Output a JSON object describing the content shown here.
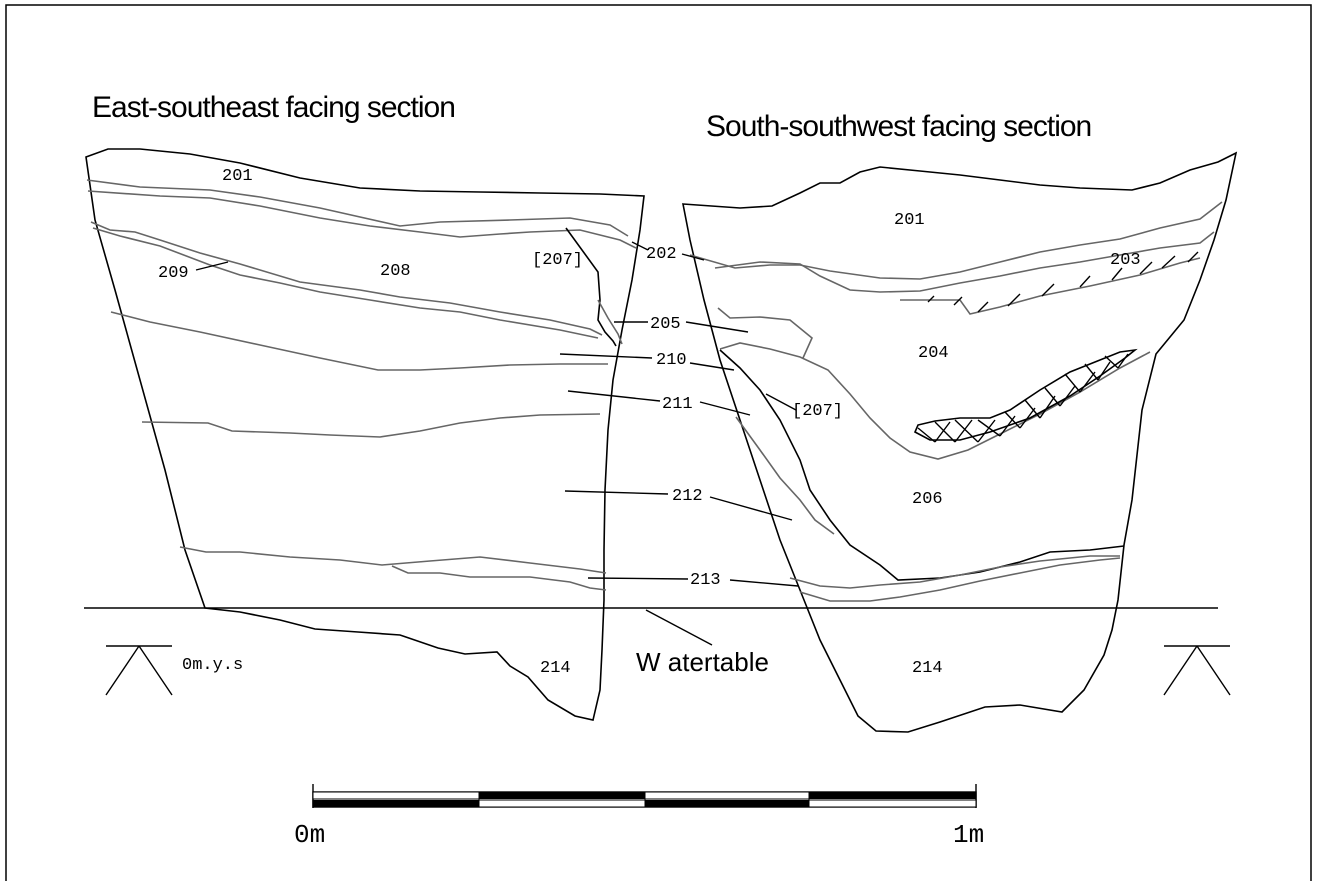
{
  "titles": {
    "left": "East-southeast facing section",
    "right": "South-southwest facing section"
  },
  "contexts": {
    "c201_left": "201",
    "c208": "208",
    "c209": "209",
    "c207_left": "[207]",
    "c202": "202",
    "c205": "205",
    "c210": "210",
    "c211": "211",
    "c212": "212",
    "c213": "213",
    "c214_left": "214",
    "c201_right": "201",
    "c203": "203",
    "c204": "204",
    "c207_right": "[207]",
    "c206": "206",
    "c214_right": "214"
  },
  "datum_label": "0m.y.s",
  "water_table_label": "W atertable",
  "scale": {
    "start_label": "0m",
    "end_label": "1m"
  }
}
